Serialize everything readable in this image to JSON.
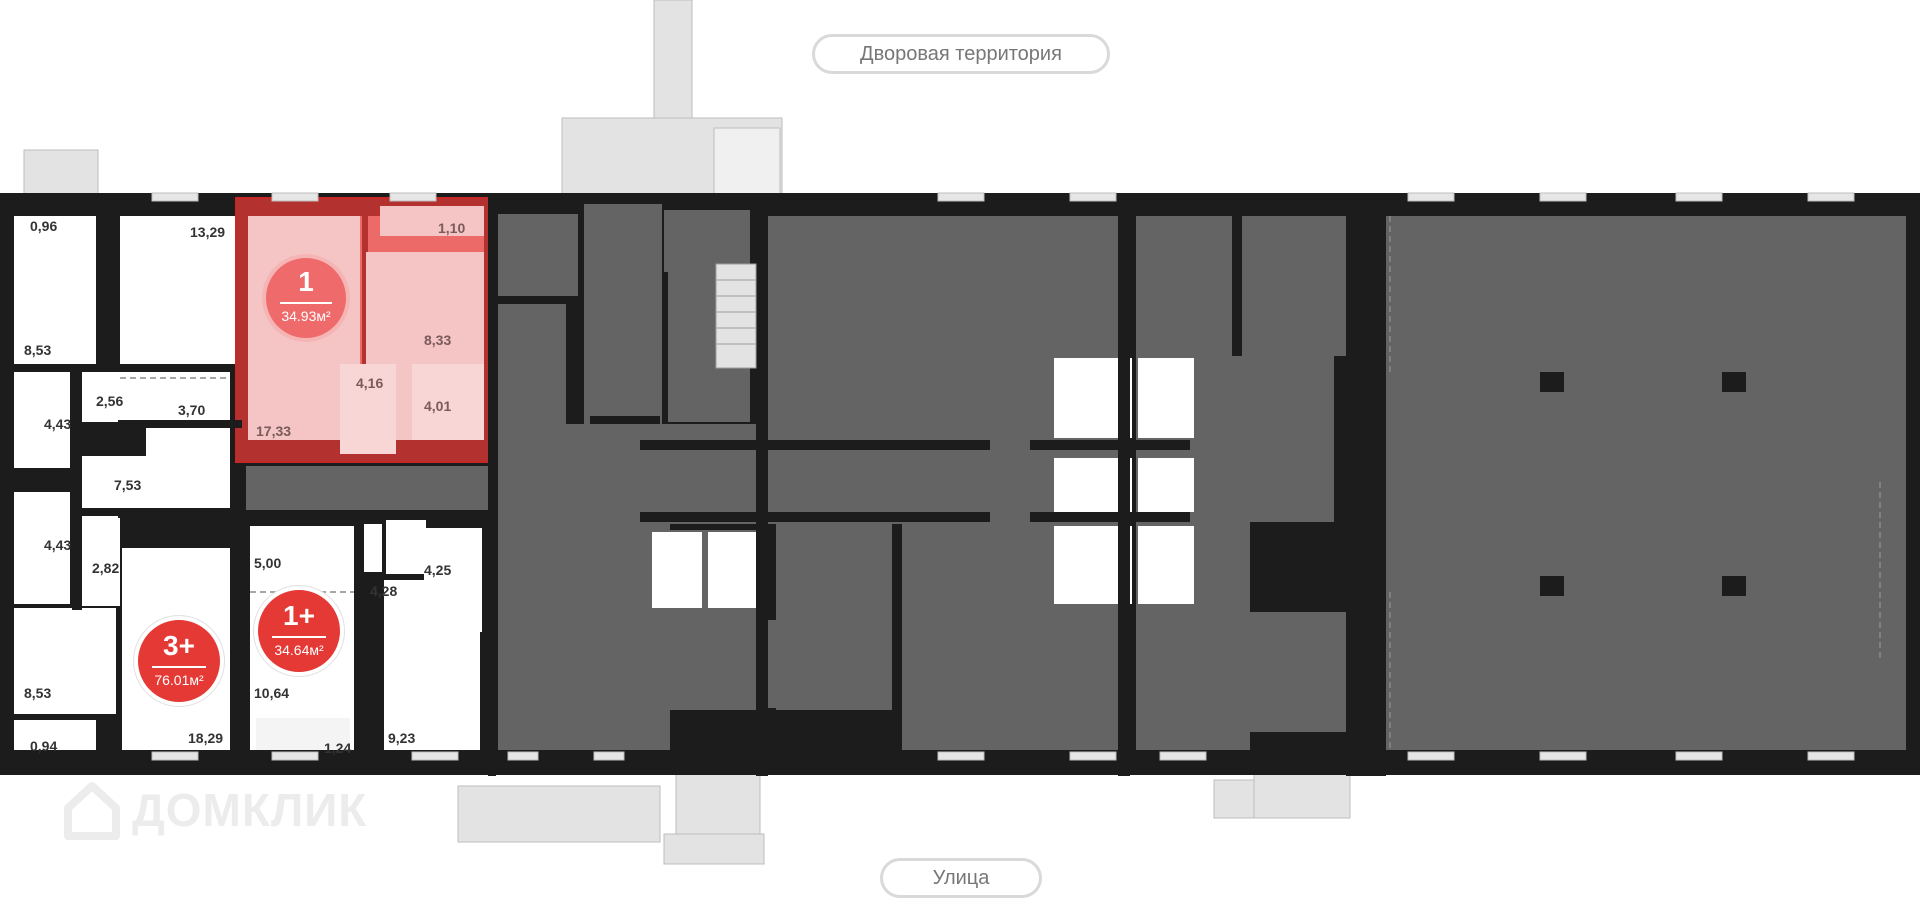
{
  "labels": {
    "courtyard": "Дворовая территория",
    "street": "Улица"
  },
  "watermark": "ДОМКЛИК",
  "apartments": [
    {
      "rooms": "1",
      "area": "34.93м²",
      "highlighted": true
    },
    {
      "rooms": "3+",
      "area": "76.01м²"
    },
    {
      "rooms": "1+",
      "area": "34.64м²"
    }
  ],
  "room_areas": {
    "a096": "0,96",
    "a1329": "13,29",
    "a110": "1,10",
    "a853_top": "8,53",
    "a833": "8,33",
    "a256": "2,56",
    "a370": "3,70",
    "a416": "4,16",
    "a443_top": "4,43",
    "a401": "4,01",
    "a1733": "17,33",
    "a753": "7,53",
    "a443_bot": "4,43",
    "a500": "5,00",
    "a282": "2,82",
    "a428": "4,28",
    "a425": "4,25",
    "a853_bot": "8,53",
    "a1064": "10,64",
    "a094": "0,94",
    "a1829": "18,29",
    "a124": "1,24",
    "a923": "9,23"
  },
  "colors": {
    "wall": "#1c1c1c",
    "commercial": "#646464",
    "highlight": "#e53935",
    "balcony": "#e3e3e3"
  }
}
